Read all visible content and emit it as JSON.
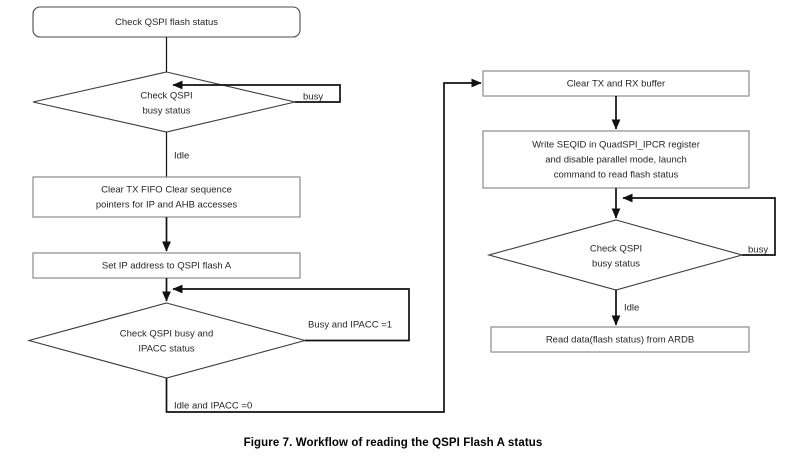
{
  "figure": {
    "caption": "Figure 7.  Workflow of reading the QSPI Flash A status",
    "background_color": "#ffffff",
    "line_color": "#111111",
    "box_border_color": "#808080",
    "diamond_border_color": "#3c3c3c",
    "text_color": "#262626"
  },
  "chart_data": {
    "type": "diagram",
    "title": "Workflow of reading the QSPI Flash A status",
    "nodes": [
      {
        "id": "start",
        "shape": "rounded-rect",
        "lines": [
          "Check QSPI flash status"
        ],
        "column": "left"
      },
      {
        "id": "d1",
        "shape": "diamond",
        "lines": [
          "Check QSPI",
          "busy status"
        ],
        "column": "left"
      },
      {
        "id": "p1",
        "shape": "rect",
        "lines": [
          "Clear TX FIFO Clear sequence",
          "pointers for IP  and AHB accesses"
        ],
        "column": "left"
      },
      {
        "id": "p2",
        "shape": "rect",
        "lines": [
          "Set IP address to  QSPI flash A"
        ],
        "column": "left"
      },
      {
        "id": "d2",
        "shape": "diamond",
        "lines": [
          "Check QSPI busy and",
          "IPACC status"
        ],
        "column": "left"
      },
      {
        "id": "p3",
        "shape": "rect",
        "lines": [
          "Clear TX and RX buffer"
        ],
        "column": "right"
      },
      {
        "id": "p4",
        "shape": "rect",
        "lines": [
          "Write SEQID in QuadSPI_IPCR register",
          "and disable parallel mode, launch",
          "command to read flash status"
        ],
        "column": "right"
      },
      {
        "id": "d3",
        "shape": "diamond",
        "lines": [
          "Check QSPI",
          "busy status"
        ],
        "column": "right"
      },
      {
        "id": "p5",
        "shape": "rect",
        "lines": [
          "Read data(flash status) from ARDB"
        ],
        "column": "right"
      }
    ],
    "edges": [
      {
        "from": "start",
        "to": "d1",
        "label": ""
      },
      {
        "from": "d1",
        "to": "d1",
        "label": "busy"
      },
      {
        "from": "d1",
        "to": "p1",
        "label": "Idle"
      },
      {
        "from": "p1",
        "to": "p2",
        "label": ""
      },
      {
        "from": "p2",
        "to": "d2",
        "label": ""
      },
      {
        "from": "d2",
        "to": "d2",
        "label": "Busy and IPACC =1"
      },
      {
        "from": "d2",
        "to": "p3",
        "label": "Idle and IPACC =0"
      },
      {
        "from": "p3",
        "to": "p4",
        "label": ""
      },
      {
        "from": "p4",
        "to": "d3",
        "label": ""
      },
      {
        "from": "d3",
        "to": "d3",
        "label": "busy"
      },
      {
        "from": "d3",
        "to": "p5",
        "label": "Idle"
      }
    ]
  },
  "nodes": {
    "start": {
      "line1": "Check QSPI flash status"
    },
    "decision_busy_1": {
      "line1": "Check QSPI",
      "line2": "busy status"
    },
    "clear_fifo": {
      "line1": "Clear TX FIFO Clear sequence",
      "line2": "pointers for IP  and AHB accesses"
    },
    "set_ip_address": {
      "line1": "Set IP address to  QSPI flash A"
    },
    "decision_ipacc": {
      "line1": "Check QSPI busy and",
      "line2": "IPACC status"
    },
    "clear_buffers": {
      "line1": "Clear TX and RX buffer"
    },
    "write_seqid": {
      "line1": "Write SEQID in QuadSPI_IPCR register",
      "line2": "and disable parallel mode, launch",
      "line3": "command to read flash status"
    },
    "decision_busy_2": {
      "line1": "Check QSPI",
      "line2": "busy status"
    },
    "read_data": {
      "line1": "Read data(flash status) from ARDB"
    }
  },
  "edge_labels": {
    "busy_1": "busy",
    "idle_1": "Idle",
    "busy_ipacc": "Busy and IPACC =1",
    "idle_ipacc": "Idle and IPACC =0",
    "busy_2": "busy",
    "idle_2": "Idle"
  }
}
